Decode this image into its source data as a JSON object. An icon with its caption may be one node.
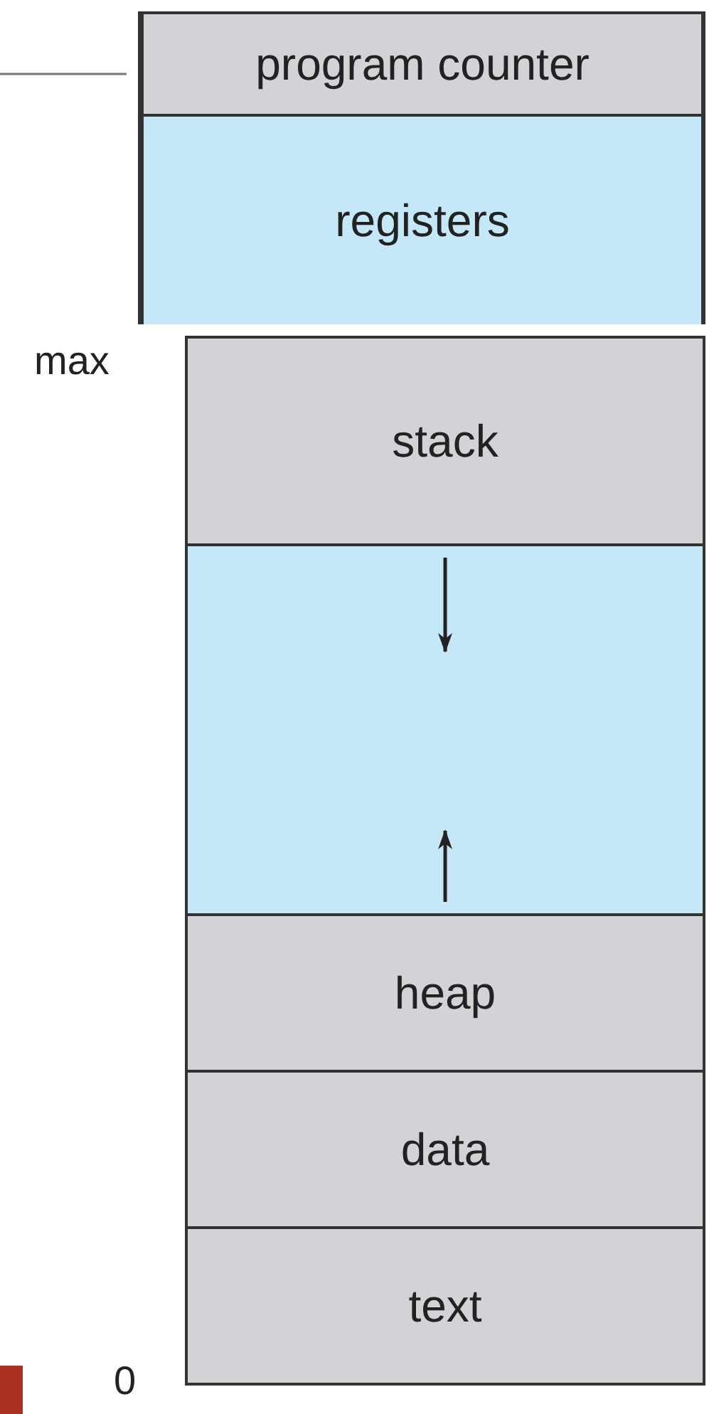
{
  "diagram": {
    "nodes": [
      {
        "text": [
          "program counter"
        ]
      },
      {
        "text": [
          "registers"
        ]
      },
      {
        "text": [
          "stack"
        ]
      },
      {
        "text": [],
        "shape": "box"
      },
      {
        "text": [
          "heap"
        ]
      },
      {
        "text": [
          "data"
        ]
      },
      {
        "text": [
          "text"
        ]
      }
    ],
    "labels": [
      "max",
      "0"
    ]
  }
}
